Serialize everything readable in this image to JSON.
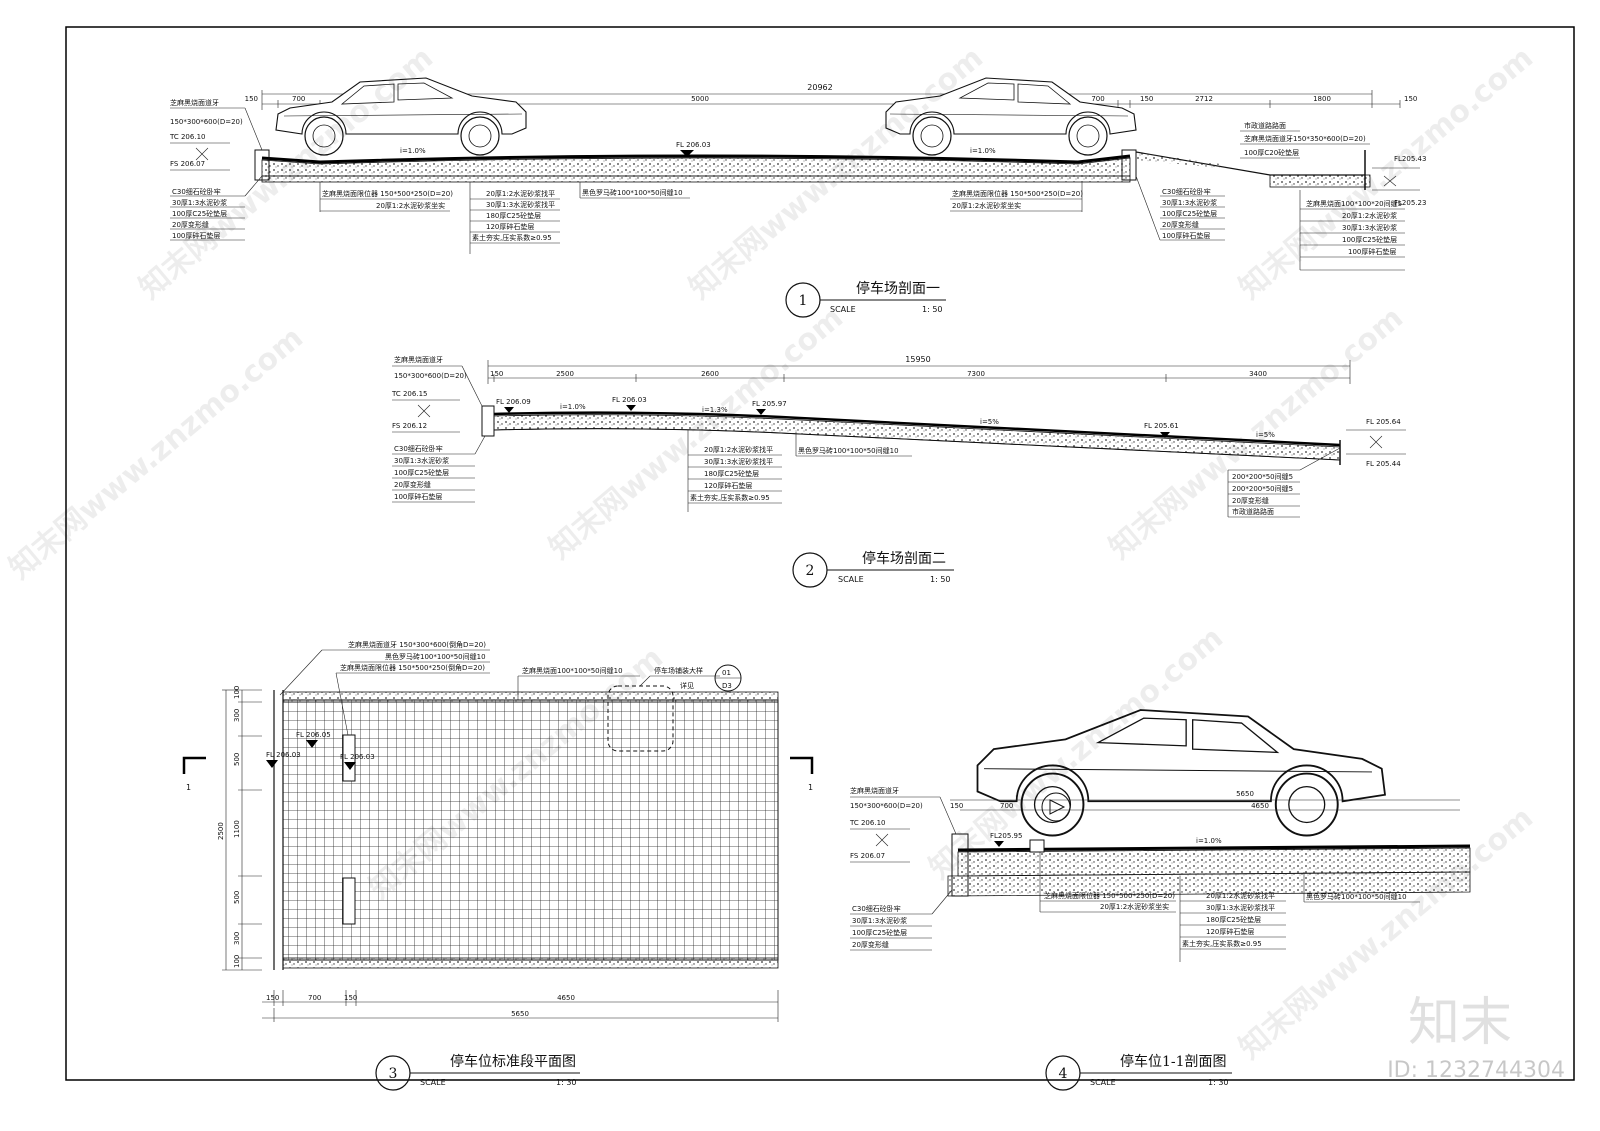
{
  "dwg1": {
    "num": "1",
    "title": "停车场剖面一",
    "scale_label": "SCALE",
    "scale": "1: 50",
    "total_dim": "20962",
    "dims": [
      "150",
      "700",
      "5000",
      "700",
      "150",
      "2712",
      "1800",
      "150"
    ],
    "elev": [
      "TC 206.10",
      "FS 206.07",
      "FL 206.03",
      "FL205.43",
      "FL205.23"
    ],
    "slope": [
      "i=1.0%",
      "i=1.0%"
    ],
    "city_road": "市政道路路面",
    "left_top_labels": [
      "芝麻黑烧面道牙",
      "150*300*600(D=20)"
    ],
    "left_labels": [
      "C30细石砼卧牢",
      "30厚1:3水泥砂浆",
      "100厚C25砼垫层",
      "20厚变形缝",
      "100厚碎石垫层"
    ],
    "mid_a": [
      "芝麻黑烧面限位器 150*500*250(D=20)",
      "20厚1:2水泥砂浆坐实"
    ],
    "mid_b": [
      "20厚1:2水泥砂浆找平",
      "30厚1:3水泥砂浆找平",
      "180厚C25砼垫层",
      "120厚碎石垫层",
      "素土夯实,压实系数≥0.95"
    ],
    "mid_c": "黑色罗马砖100*100*50间缝10",
    "mid_d": [
      "芝麻黑烧面限位器 150*500*250(D=20)",
      "20厚1:2水泥砂浆坐实"
    ],
    "right_labels": [
      "C30细石砼卧牢",
      "30厚1:3水泥砂浆",
      "100厚C25砼垫层",
      "20厚变形缝",
      "100厚碎石垫层"
    ],
    "right_top_labels": [
      "芝麻黑烧面道牙150*350*600(D=20)",
      "100厚C20砼垫层"
    ],
    "far_right_labels": [
      "芝麻黑烧面100*100*20间缝5",
      "20厚1:2水泥砂浆",
      "30厚1:3水泥砂浆",
      "100厚C25砼垫层",
      "100厚碎石垫层"
    ]
  },
  "dwg2": {
    "num": "2",
    "title": "停车场剖面二",
    "scale_label": "SCALE",
    "scale": "1: 50",
    "total_dim": "15950",
    "dims": [
      "150",
      "2500",
      "2600",
      "7300",
      "3400"
    ],
    "elev": [
      "TC 206.15",
      "FS 206.12",
      "FL 206.09",
      "FL 206.03",
      "FL 205.97",
      "FL 205.61",
      "FL 205.64",
      "FL 205.44"
    ],
    "slope": [
      "i=1.0%",
      "i=1.3%",
      "i=5%",
      "i=5%"
    ],
    "left_top_labels": [
      "芝麻黑烧面道牙",
      "150*300*600(D=20)"
    ],
    "left_labels": [
      "C30细石砼卧牢",
      "30厚1:3水泥砂浆",
      "100厚C25砼垫层",
      "20厚变形缝",
      "100厚碎石垫层"
    ],
    "mid_b": [
      "20厚1:2水泥砂浆找平",
      "30厚1:3水泥砂浆找平",
      "180厚C25砼垫层",
      "120厚碎石垫层",
      "素土夯实,压实系数≥0.95"
    ],
    "mid_c": "黑色罗马砖100*100*50间缝10",
    "right_labels": [
      "200*200*50间缝5",
      "200*200*50间缝5",
      "20厚变形缝",
      "市政道路路面"
    ]
  },
  "dwg3": {
    "num": "3",
    "title": "停车位标准段平面图",
    "scale_label": "SCALE",
    "scale": "1: 30",
    "section_mark": "1",
    "top_labels": [
      "芝麻黑烧面道牙 150*300*600(倒角D=20)",
      "黑色罗马砖100*100*50间缝10",
      "芝麻黑烧面限位器 150*500*250(倒角D=20)"
    ],
    "label_b": "芝麻黑烧面100*100*50间缝10",
    "label_c": "停车场铺装大样",
    "detail_ref": [
      "详见",
      "01",
      "D3"
    ],
    "v_dims": [
      "100",
      "300",
      "500",
      "1100",
      "500",
      "300",
      "100"
    ],
    "v_total": "2500",
    "h_dims": [
      "150",
      "700",
      "150",
      "4650"
    ],
    "h_total": "5650",
    "elev": [
      "FL 206.03",
      "FL 206.05",
      "FL 206.03"
    ]
  },
  "dwg4": {
    "num": "4",
    "title": "停车位1-1剖面图",
    "scale_label": "SCALE",
    "scale": "1: 30",
    "dims": [
      "150",
      "700",
      "5650",
      "4650"
    ],
    "elev": [
      "TC 206.10",
      "FS 206.07",
      "FL205.95"
    ],
    "slope": "i=1.0%",
    "left_top_labels": [
      "芝麻黑烧面道牙",
      "150*300*600(D=20)"
    ],
    "left_labels": [
      "C30细石砼卧牢",
      "30厚1:3水泥砂浆",
      "100厚C25砼垫层",
      "20厚变形缝"
    ],
    "mid_a": [
      "芝麻黑烧面限位器 150*500*250(D=20)",
      "20厚1:2水泥砂浆坐实"
    ],
    "mid_b": [
      "20厚1:2水泥砂浆找平",
      "30厚1:3水泥砂浆找平",
      "180厚C25砼垫层",
      "120厚碎石垫层",
      "素土夯实,压实系数≥0.95"
    ],
    "mid_c": "黑色罗马砖100*100*50间缝10"
  },
  "watermark": {
    "text": "知末网www.znzmo.com",
    "logo": "知末",
    "id": "ID: 1232744304"
  }
}
